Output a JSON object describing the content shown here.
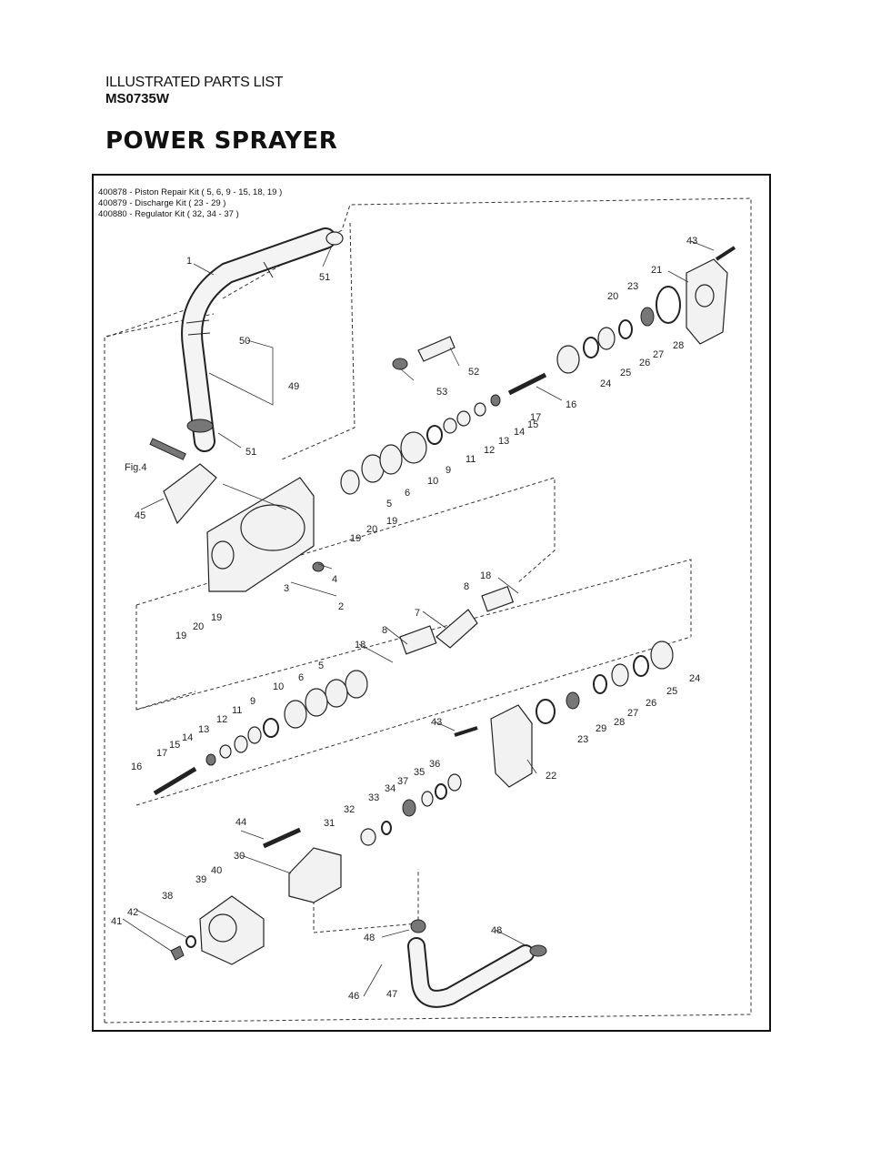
{
  "header": {
    "line1": "ILLUSTRATED PARTS LIST",
    "line2": "MS0735W",
    "title": "POWER SPRAYER"
  },
  "kits": [
    "400878 - Piston Repair Kit ( 5, 6, 9 - 15, 18, 19 )",
    "400879 - Discharge Kit ( 23 - 29 )",
    "400880 - Regulator Kit ( 32, 34 - 37 )"
  ],
  "figure_label": "Fig.4",
  "callouts": {
    "c1": "1",
    "c2": "2",
    "c3": "3",
    "c4": "4",
    "c5a": "5",
    "c5b": "5",
    "c6a": "6",
    "c6b": "6",
    "c7": "7",
    "c8a": "8",
    "c8b": "8",
    "c9a": "9",
    "c9b": "9",
    "c10a": "10",
    "c10b": "10",
    "c11a": "11",
    "c11b": "11",
    "c12a": "12",
    "c12b": "12",
    "c13a": "13",
    "c13b": "13",
    "c14a": "14",
    "c14b": "14",
    "c15a": "15",
    "c15b": "15",
    "c16a": "16",
    "c16b": "16",
    "c17a": "17",
    "c17b": "17",
    "c18a": "18",
    "c18b": "18",
    "c19a": "19",
    "c19b": "19",
    "c19c": "19",
    "c19d": "19",
    "c20a": "20",
    "c20b": "20",
    "c20c": "20",
    "c21": "21",
    "c22": "22",
    "c23a": "23",
    "c23b": "23",
    "c24a": "24",
    "c24b": "24",
    "c25a": "25",
    "c25b": "25",
    "c26a": "26",
    "c26b": "26",
    "c27a": "27",
    "c27b": "27",
    "c28a": "28",
    "c28b": "28",
    "c29": "29",
    "c30": "30",
    "c31": "31",
    "c32": "32",
    "c33": "33",
    "c34": "34",
    "c35": "35",
    "c36": "36",
    "c37": "37",
    "c38": "38",
    "c39": "39",
    "c40": "40",
    "c41": "41",
    "c42": "42",
    "c43a": "43",
    "c43b": "43",
    "c44": "44",
    "c45": "45",
    "c46": "46",
    "c47": "47",
    "c48a": "48",
    "c48b": "48",
    "c49": "49",
    "c50": "50",
    "c51a": "51",
    "c51b": "51",
    "c52": "52",
    "c53": "53"
  }
}
